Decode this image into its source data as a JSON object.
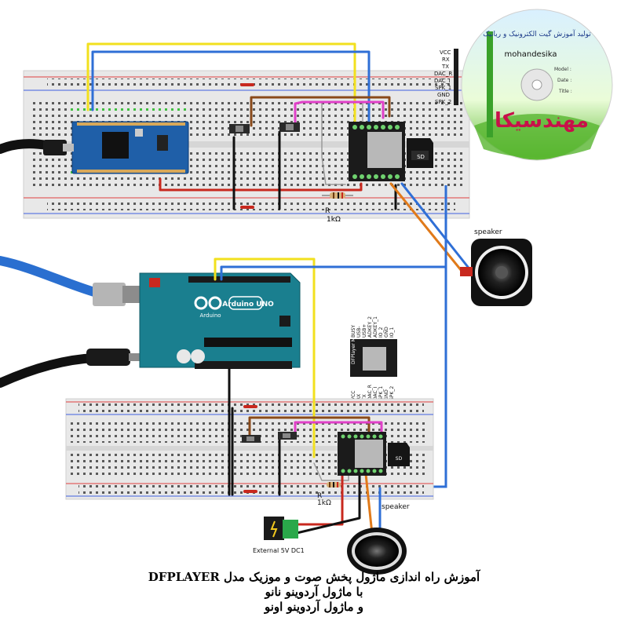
{
  "top_circuit": {
    "board": "Arduino Nano",
    "module": "DFPlayer Mini",
    "resistor_label": "R",
    "resistor_value": "1kΩ",
    "speaker_label": "speaker",
    "module_pins": [
      "VCC",
      "RX",
      "TX",
      "DAC_R",
      "DAC_I",
      "SPK_1",
      "GND",
      "SPK_2"
    ],
    "field_labels": [
      "Model :",
      "Date :",
      "Title :"
    ]
  },
  "bottom_circuit": {
    "board": "Arduino UNO",
    "board_brand": "Arduino",
    "resistor_label": "R",
    "resistor_value": "1kΩ",
    "speaker_label": "speaker",
    "power_label": "External 5V DC1",
    "module_pins_left": [
      "VCC",
      "RX",
      "TX",
      "DAC_R",
      "DAC_I",
      "SPK_1",
      "GND",
      "SPK_2"
    ],
    "module_pins_right": [
      "BUSY",
      "USB-",
      "USB+",
      "ADKEY_2",
      "ADKEY_1",
      "IO_2",
      "GND",
      "IO_1"
    ]
  },
  "disc": {
    "site": "mohandesika",
    "brand_fa": "مهندسیکا",
    "tagline_fa": "تولید آموزش گیت الکترونیک و رباتیک"
  },
  "caption": {
    "line1": "آموزش راه اندازی ماژول پخش صوت و موزیک مدل  DFPLAYER",
    "line2": "با ماژول آردوینو نانو",
    "line3": "و ماژول آردوینو اونو"
  },
  "colors": {
    "wire_yellow": "#f2e01e",
    "wire_blue": "#2f6fd6",
    "wire_red": "#c8281e",
    "wire_brown": "#8a4a1a",
    "wire_magenta": "#e040c8",
    "wire_orange": "#e07a1a",
    "wire_black": "#111111",
    "board_blue": "#1f5fa8",
    "uno_teal": "#1a7f8f",
    "breadboard": "#e9e9e9"
  }
}
